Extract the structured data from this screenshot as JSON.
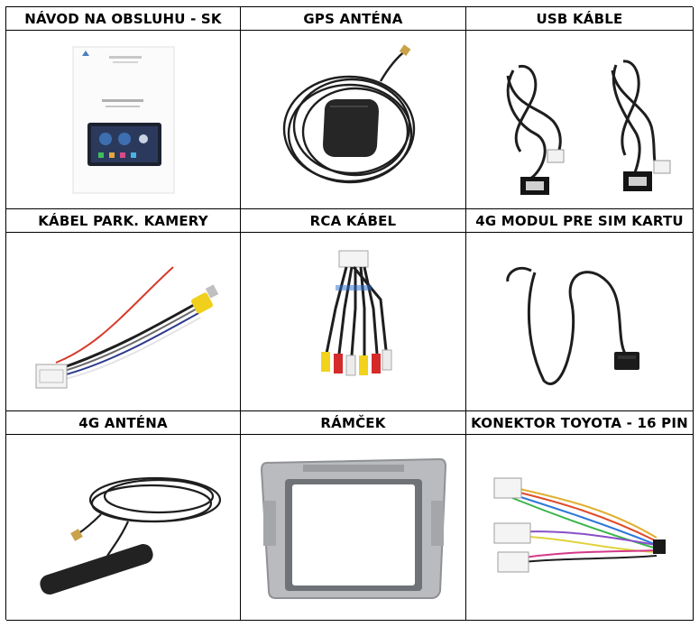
{
  "items": [
    {
      "title": "NÁVOD NA OBSLUHU - SK",
      "image": "manual-image"
    },
    {
      "title": "GPS ANTÉNA",
      "image": "gps-antenna-image"
    },
    {
      "title": "USB KÁBLE",
      "image": "usb-cables-image"
    },
    {
      "title": "KÁBEL PARK. KAMERY",
      "image": "parking-camera-cable-image"
    },
    {
      "title": "RCA KÁBEL",
      "image": "rca-cable-image"
    },
    {
      "title": "4G MODUL PRE SIM KARTU",
      "image": "sim-module-image"
    },
    {
      "title": "4G ANTÉNA",
      "image": "4g-antenna-image"
    },
    {
      "title": "RÁMČEK",
      "image": "frame-image"
    },
    {
      "title": "KONEKTOR TOYOTA - 16 PIN",
      "image": "toyota-connector-image"
    }
  ],
  "colors": {
    "border": "#000000",
    "cable": "#1e1e1e",
    "frame": "#b9bbbe",
    "rca_yellow": "#f2d21a",
    "rca_red": "#d42a2a",
    "rca_white": "#ececec"
  }
}
